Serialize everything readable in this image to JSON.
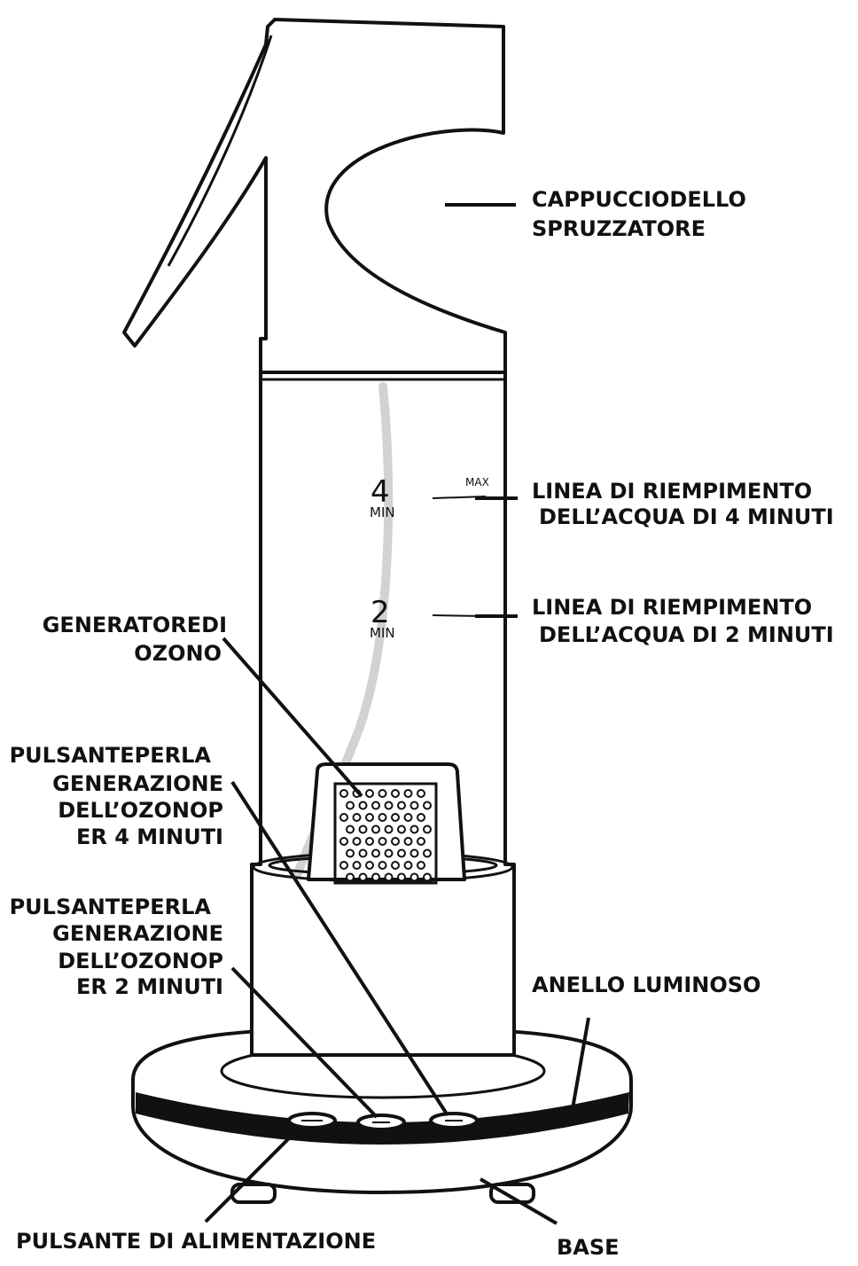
{
  "labels": {
    "cap_line1": "CAPPUCCIODELLO",
    "cap_line2": "SPRUZZATORE",
    "fill4_line1": "LINEA DI  RIEMPIMENTO",
    "fill4_line2": "DELL’ACQUA  DI 4 MINUTI",
    "fill2_line1": "LINEA DI  RIEMPIMENTO",
    "fill2_line2": "DELL’ACQUA  DI 2 MINUTI",
    "ozone_line1": "GENERATOREDI",
    "ozone_line2": "OZONO",
    "btn4_line1": "PULSANTEPERLA",
    "btn4_line2": "GENERAZIONE",
    "btn4_line3": "DELL’OZONOP",
    "btn4_line4": "ER 4 MINUTI",
    "btn2_line1": "PULSANTEPERLA",
    "btn2_line2": "GENERAZIONE",
    "btn2_line3": "DELL’OZONOP",
    "btn2_line4": "ER 2 MINUTI",
    "ring": "ANELLO LUMINOSO",
    "power": "PULSANTE DI ALIMENTAZIONE",
    "base": "BASE"
  },
  "markings": {
    "four": "4",
    "two": "2",
    "min": "MIN",
    "max": "MAX"
  },
  "colors": {
    "outline": "#111111",
    "background": "#ffffff",
    "tube": "#d2d2d2",
    "ring": "#111111"
  }
}
